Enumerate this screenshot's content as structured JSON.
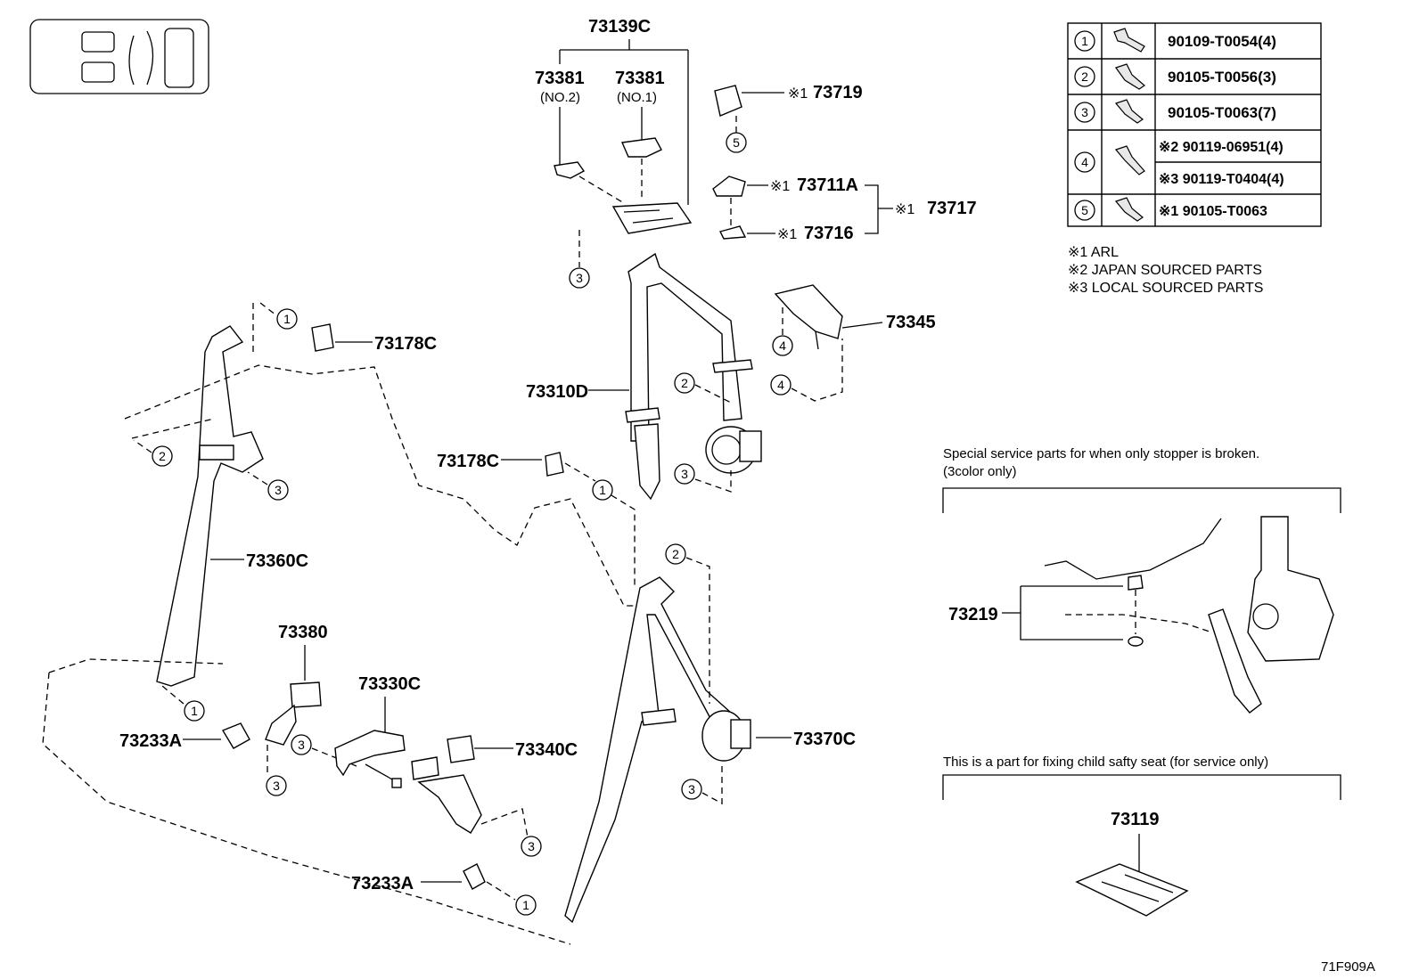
{
  "diagram_code": "71F909A",
  "labels": {
    "p73139C": "73139C",
    "p73381_a": "73381",
    "p73381_a_sub": "(NO.2)",
    "p73381_b": "73381",
    "p73381_b_sub": "(NO.1)",
    "p73719": "73719",
    "p73711A": "73711A",
    "p73716": "73716",
    "p73717": "73717",
    "p73345": "73345",
    "p73310D": "73310D",
    "p73178C_top": "73178C",
    "p73178C_mid": "73178C",
    "p73360C": "73360C",
    "p73380": "73380",
    "p73330C": "73330C",
    "p73340C": "73340C",
    "p73370C": "73370C",
    "p73233A_left": "73233A",
    "p73233A_bottom": "73233A",
    "p73219": "73219",
    "p73119": "73119"
  },
  "note_mark": "※1",
  "fastener_table": [
    {
      "ref": "1",
      "parts": [
        "90109-T0054(4)"
      ]
    },
    {
      "ref": "2",
      "parts": [
        "90105-T0056(3)"
      ]
    },
    {
      "ref": "3",
      "parts": [
        "90105-T0063(7)"
      ]
    },
    {
      "ref": "4",
      "parts": [
        "※2 90119-06951(4)",
        "※3 90119-T0404(4)"
      ]
    },
    {
      "ref": "5",
      "parts": [
        "※1 90105-T0063"
      ]
    }
  ],
  "legend": [
    "※1 ARL",
    "※2 JAPAN SOURCED PARTS",
    "※3 LOCAL SOURCED PARTS"
  ],
  "service_notes": {
    "stopper_title": "Special service parts for when only stopper is broken.",
    "stopper_sub": "(3color only)",
    "child_seat_title": "This is a part for fixing child safty seat (for service only)"
  }
}
